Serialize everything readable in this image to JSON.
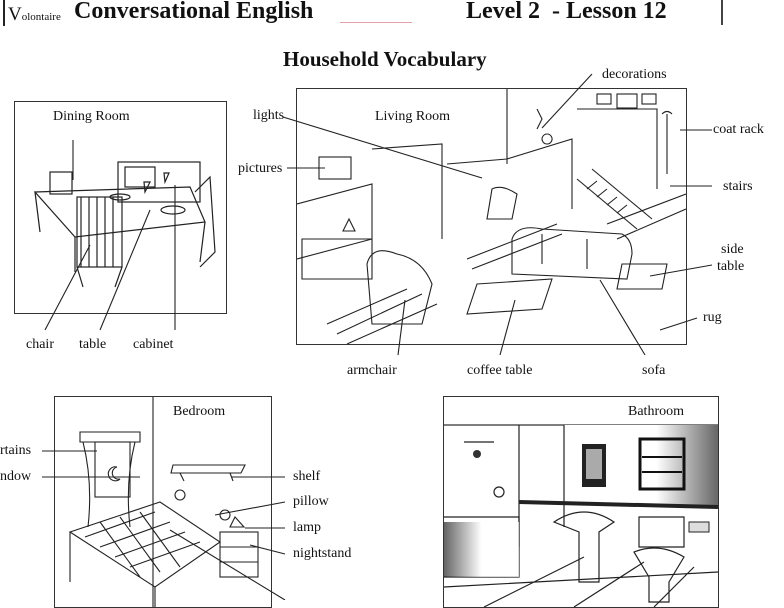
{
  "header": {
    "brand_initial": "V",
    "brand_rest": "olontaire",
    "course_title": "Conversational English",
    "level_lesson": "Level 2  - Lesson 12"
  },
  "page_title": "Household Vocabulary",
  "rooms": {
    "dining": {
      "title": "Dining Room",
      "labels": [
        "chair",
        "table",
        "cabinet"
      ]
    },
    "living": {
      "title": "Living Room",
      "labels": {
        "lights": "lights",
        "pictures": "pictures",
        "decorations": "decorations",
        "coat_rack": "coat rack",
        "stairs": "stairs",
        "side_table_1": "side",
        "side_table_2": "table",
        "rug": "rug",
        "armchair": "armchair",
        "coffee_table": "coffee table",
        "sofa": "sofa"
      }
    },
    "bedroom": {
      "title": "Bedroom",
      "labels": {
        "curtains": "rtains",
        "window": "ndow",
        "shelf": "shelf",
        "pillow": "pillow",
        "lamp": "lamp",
        "nightstand": "nightstand"
      }
    },
    "bathroom": {
      "title": "Bathroom"
    }
  }
}
